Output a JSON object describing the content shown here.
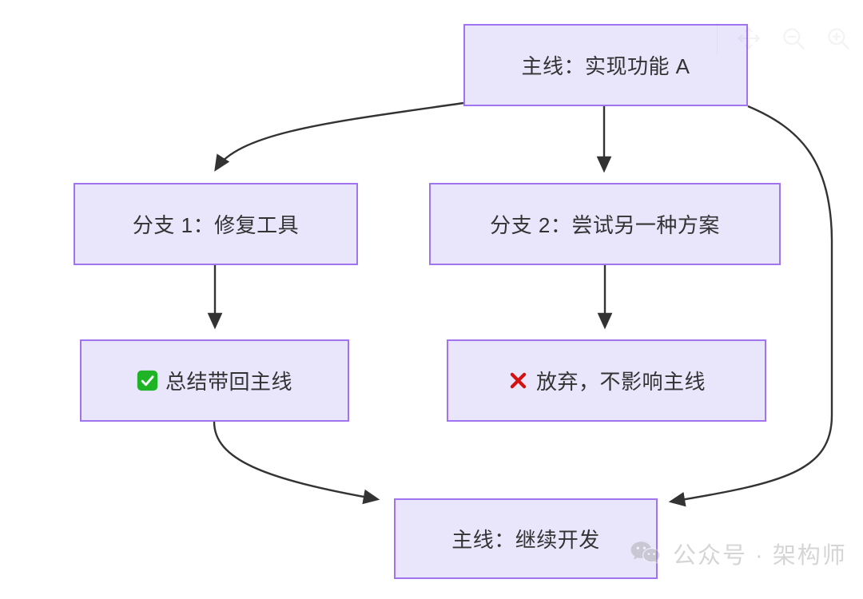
{
  "diagram": {
    "type": "flowchart",
    "title": "",
    "nodes": [
      {
        "id": "main-start",
        "label": "主线：实现功能 A",
        "mark": "",
        "fill": "#e9e6fb",
        "border": "#a074f0"
      },
      {
        "id": "branch-1",
        "label": "分支 1：修复工具",
        "mark": "",
        "fill": "#e9e6fb",
        "border": "#a074f0"
      },
      {
        "id": "branch-2",
        "label": "分支 2：尝试另一种方案",
        "mark": "",
        "fill": "#e9e6fb",
        "border": "#a074f0"
      },
      {
        "id": "result-1",
        "label": "总结带回主线",
        "mark": "check-mark-button-icon",
        "mark_color": "#23b230",
        "fill": "#e9e6fb",
        "border": "#a074f0"
      },
      {
        "id": "result-2",
        "label": "放弃，不影响主线",
        "mark": "cross-mark-icon",
        "mark_color": "#d60f0f",
        "fill": "#e9e6fb",
        "border": "#a074f0"
      },
      {
        "id": "main-end",
        "label": "主线：继续开发",
        "mark": "",
        "fill": "#e9e6fb",
        "border": "#a074f0"
      }
    ],
    "edges": [
      {
        "from": "main-start",
        "to": "branch-1",
        "style": "curved",
        "arrow": true
      },
      {
        "from": "main-start",
        "to": "branch-2",
        "style": "straight",
        "arrow": true
      },
      {
        "from": "main-start",
        "to": "main-end",
        "style": "curved-right-bypass",
        "arrow": true
      },
      {
        "from": "branch-1",
        "to": "result-1",
        "style": "straight",
        "arrow": true
      },
      {
        "from": "branch-2",
        "to": "result-2",
        "style": "straight",
        "arrow": true
      },
      {
        "from": "result-1",
        "to": "main-end",
        "style": "curved",
        "arrow": true
      }
    ],
    "edge_color": "#333333"
  },
  "toolbar": {
    "items": [
      {
        "name": "move-icon"
      },
      {
        "name": "zoom-out-icon"
      },
      {
        "name": "zoom-in-icon"
      }
    ]
  },
  "watermark": {
    "text": "公众号 · 架构师",
    "icon": "wechat-icon",
    "color": "#9d9d9d"
  }
}
